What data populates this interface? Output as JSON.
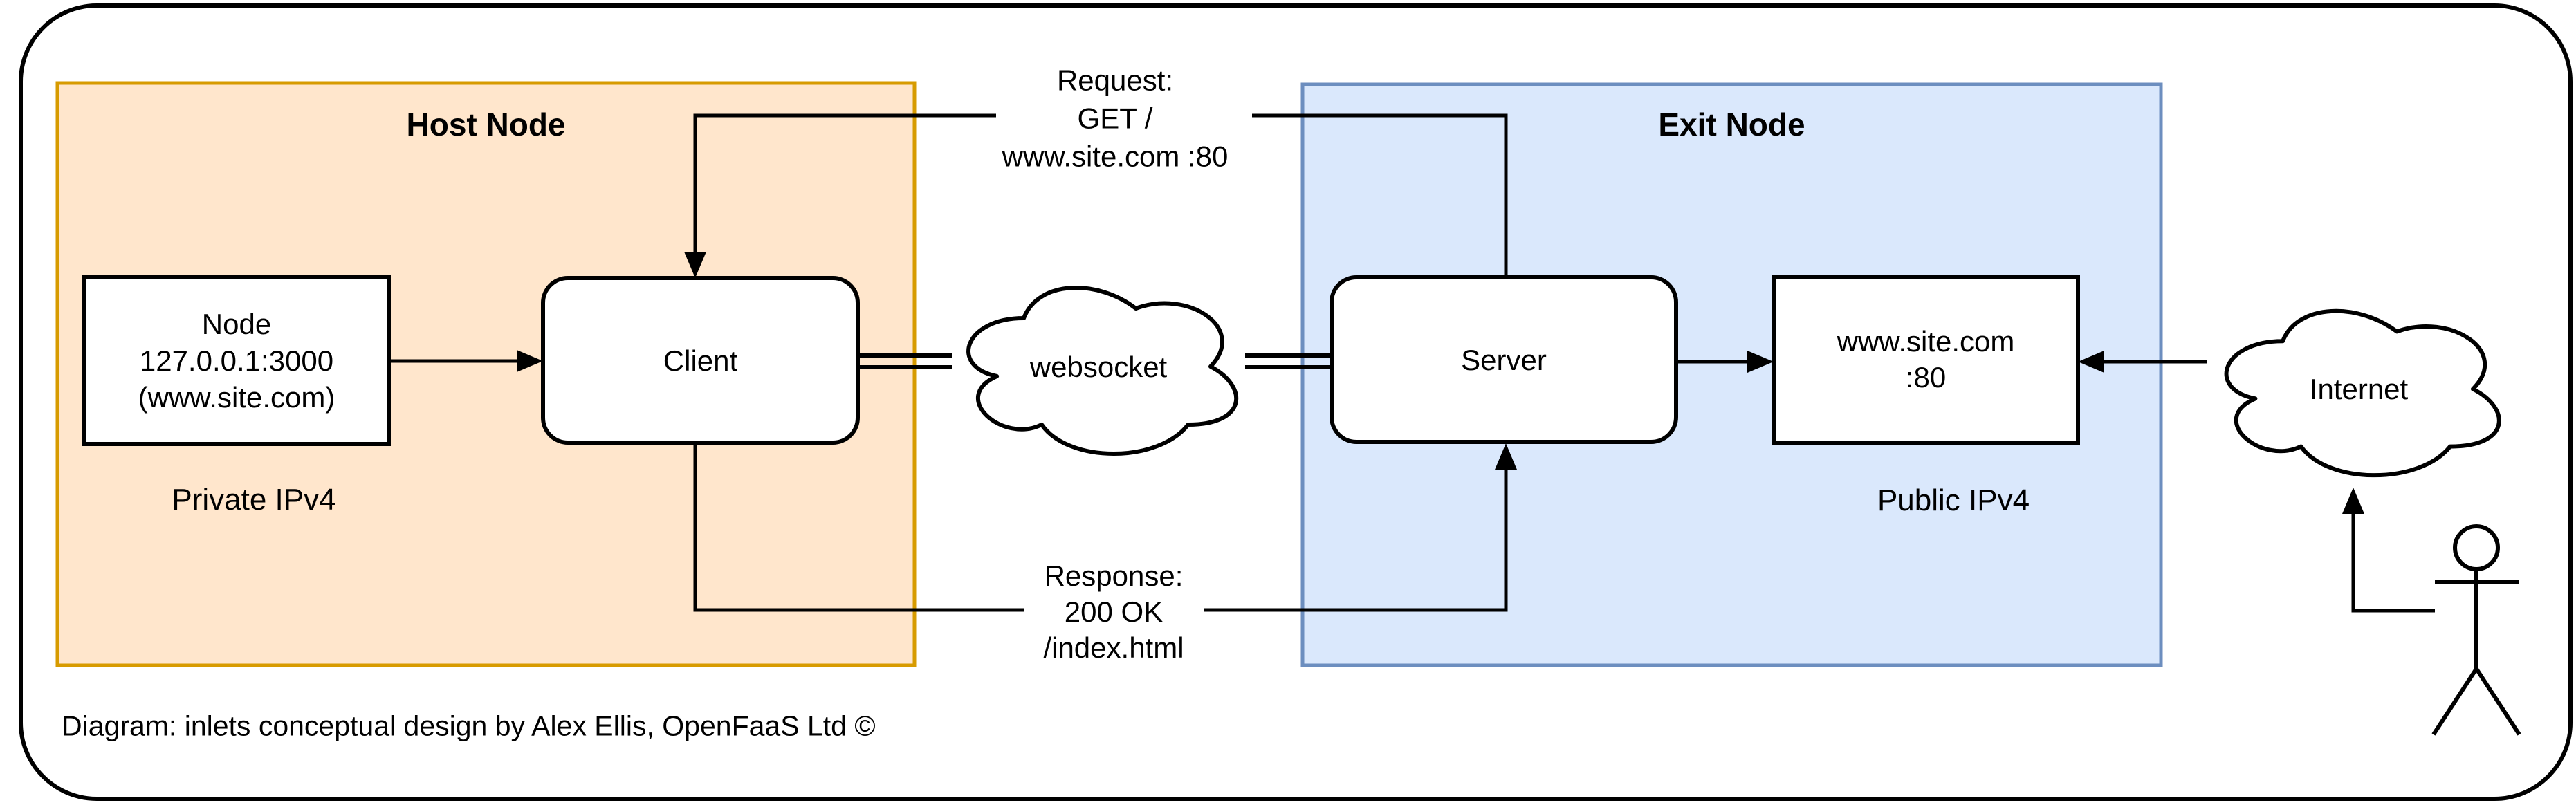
{
  "groups": {
    "host": {
      "label": "Host Node",
      "network": "Private IPv4"
    },
    "exit": {
      "label": "Exit Node",
      "network": "Public IPv4"
    }
  },
  "nodes": {
    "local": {
      "lines": [
        "Node",
        "127.0.0.1:3000",
        "(www.site.com)"
      ]
    },
    "client": {
      "label": "Client"
    },
    "server": {
      "label": "Server"
    },
    "site": {
      "lines": [
        "www.site.com",
        ":80"
      ]
    }
  },
  "clouds": {
    "websocket": {
      "label": "websocket"
    },
    "internet": {
      "label": "Internet"
    }
  },
  "annotations": {
    "request": {
      "lines": [
        "Request:",
        "GET /",
        "www.site.com :80"
      ]
    },
    "response": {
      "lines": [
        "Response:",
        "200 OK",
        "/index.html"
      ]
    }
  },
  "footer": {
    "attribution": "Diagram: inlets conceptual design by Alex Ellis, OpenFaaS Ltd ©"
  },
  "colors": {
    "host_fill": "#FFE6CC",
    "host_border": "#D79B00",
    "exit_fill": "#DAE8FC",
    "exit_border": "#6C8EBF",
    "line": "#000000",
    "box_fill": "#FFFFFF"
  }
}
